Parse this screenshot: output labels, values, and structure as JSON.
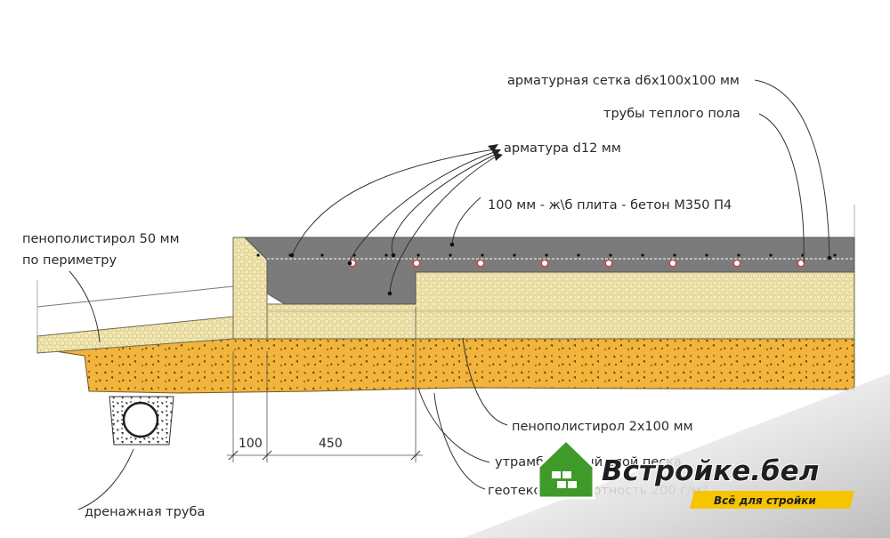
{
  "labels": {
    "mesh": "арматурная сетка d6x100x100 мм",
    "heating_pipes": "трубы теплого пола",
    "rebar": "арматура d12 мм",
    "slab": "100 мм - ж\\б плита - бетон М350 П4",
    "perimeter_eps_line1": "пенополистирол 50 мм",
    "perimeter_eps_line2": "по периметру",
    "eps_2x100": "пенополистирол 2х100 мм",
    "sand_layer": "утрамбованный слой песка",
    "geotextile": "геотекстиль плотность 200 г/м2",
    "drain_pipe": "дренажная труба"
  },
  "dimensions": {
    "d1": "100",
    "d2": "450"
  },
  "logo": {
    "name": "Встройке.бел",
    "tagline": "Всё для стройки",
    "colors": {
      "green": "#3f9a2a",
      "yellow": "#f6c400",
      "dark": "#1f1f1f"
    }
  },
  "colors": {
    "eps": "#f4e9b4",
    "sand": "#f2b43a",
    "concrete": "#7b7b7b"
  }
}
